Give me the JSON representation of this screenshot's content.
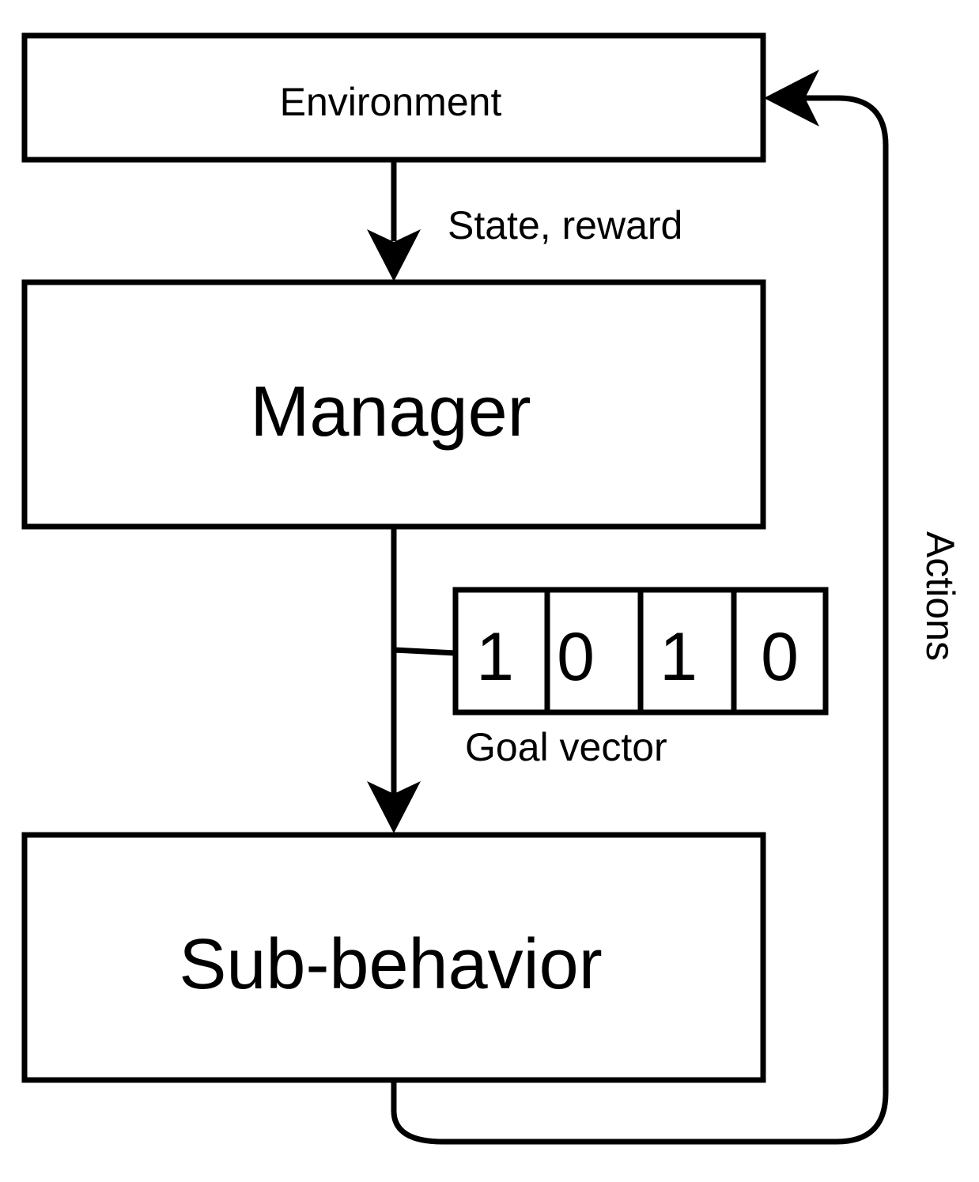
{
  "nodes": {
    "environment": {
      "label": "Environment"
    },
    "manager": {
      "label": "Manager"
    },
    "sub_behavior": {
      "label": "Sub-behavior"
    }
  },
  "goal_vector": {
    "label": "Goal vector",
    "bits": [
      "1",
      "0",
      "1",
      "0"
    ]
  },
  "edges": {
    "environment_to_manager": {
      "label": "State, reward"
    },
    "manager_to_sub_behavior": {
      "label": ""
    },
    "sub_behavior_to_environment": {
      "label": "Actions"
    }
  },
  "colors": {
    "stroke": "#000000",
    "fill": "#ffffff",
    "text": "#000000"
  }
}
